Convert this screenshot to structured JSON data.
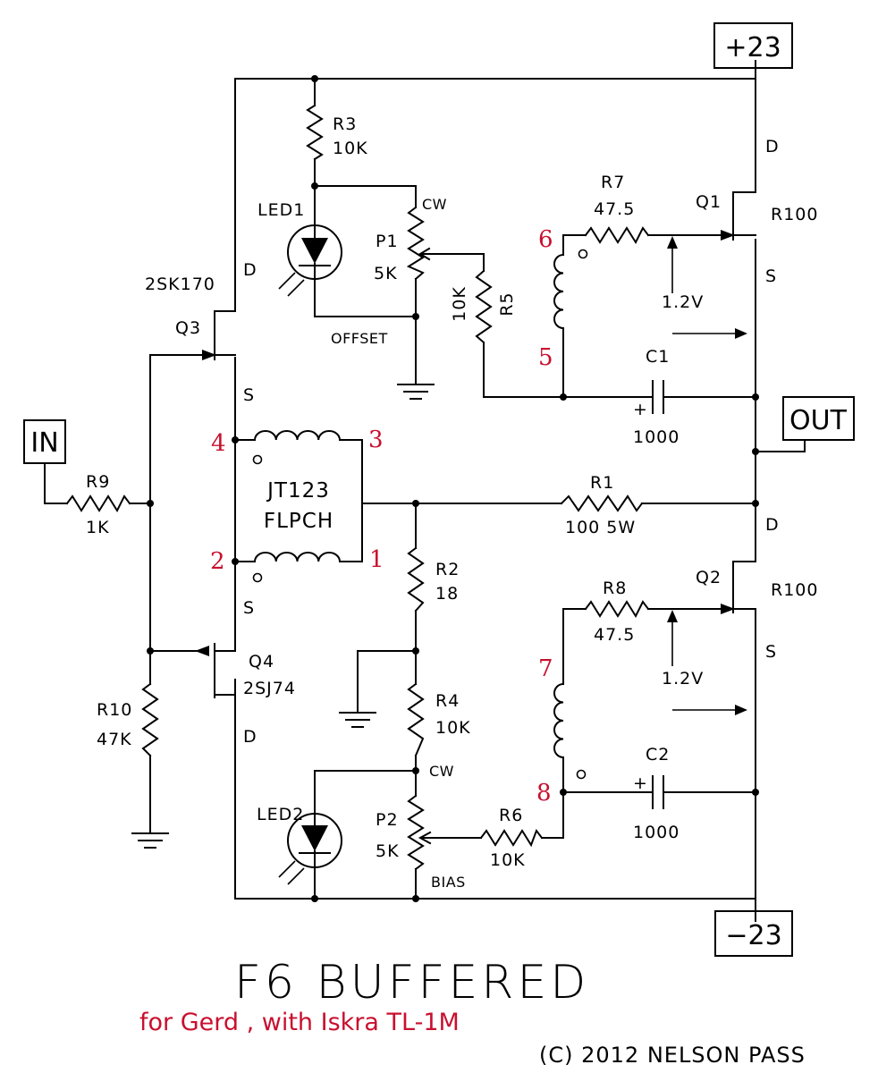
{
  "title": "F6 BUFFERED",
  "subtitle": "for Gerd , with Iskra TL-1M",
  "credit": "(C) 2012 NELSON PASS",
  "rails": {
    "positive": "+23",
    "negative": "−23"
  },
  "ports": {
    "input": "IN",
    "output": "OUT"
  },
  "transformer": {
    "line1": "JT123",
    "line2": "FLPCH"
  },
  "pins": {
    "p1": "1",
    "p2": "2",
    "p3": "3",
    "p4": "4",
    "p5": "5",
    "p6": "6",
    "p7": "7",
    "p8": "8"
  },
  "resistors": {
    "r1": {
      "name": "R1",
      "value": "100 5W"
    },
    "r2": {
      "name": "R2",
      "value": "18"
    },
    "r3": {
      "name": "R3",
      "value": "10K"
    },
    "r4": {
      "name": "R4",
      "value": "10K"
    },
    "r5": {
      "name": "R5",
      "value": "10K"
    },
    "r6": {
      "name": "R6",
      "value": "10K"
    },
    "r7": {
      "name": "R7",
      "value": "47.5"
    },
    "r8": {
      "name": "R8",
      "value": "47.5"
    },
    "r9": {
      "name": "R9",
      "value": "1K"
    },
    "r10": {
      "name": "R10",
      "value": "47K"
    }
  },
  "pots": {
    "p1": {
      "name": "P1",
      "value": "5K",
      "cw": "CW",
      "function": "OFFSET"
    },
    "p2": {
      "name": "P2",
      "value": "5K",
      "cw": "CW",
      "function": "BIAS"
    }
  },
  "capacitors": {
    "c1": {
      "name": "C1",
      "value": "1000",
      "polarity": "+"
    },
    "c2": {
      "name": "C2",
      "value": "1000",
      "polarity": "+"
    }
  },
  "leds": {
    "led1": "LED1",
    "led2": "LED2"
  },
  "transistors": {
    "q1": {
      "name": "Q1",
      "part": "R100",
      "d": "D",
      "s": "S",
      "vgs": "1.2V"
    },
    "q2": {
      "name": "Q2",
      "part": "R100",
      "d": "D",
      "s": "S",
      "vgs": "1.2V"
    },
    "q3": {
      "name": "Q3",
      "part": "2SK170",
      "d": "D",
      "s": "S"
    },
    "q4": {
      "name": "Q4",
      "part": "2SJ74",
      "d": "D",
      "s": "S"
    }
  }
}
